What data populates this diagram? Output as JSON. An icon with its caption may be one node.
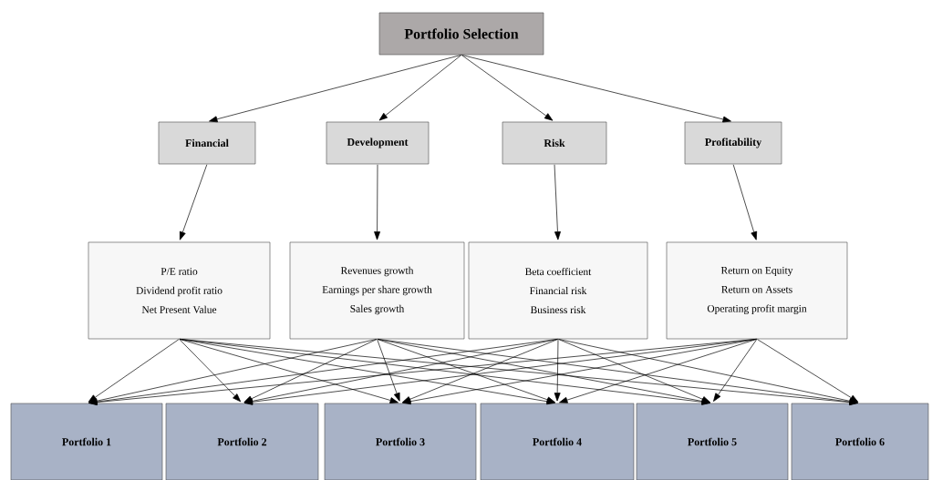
{
  "diagram": {
    "nodes": [
      {
        "text": [
          "Portfolio Selection"
        ]
      },
      {
        "text": [
          "Financial"
        ]
      },
      {
        "text": [
          "Development"
        ]
      },
      {
        "text": [
          "Risk"
        ]
      },
      {
        "text": [
          "Profitability"
        ]
      },
      {
        "text": [
          "P/E ratio",
          "Dividend profit ratio",
          "Net Present Value"
        ]
      },
      {
        "text": [
          "Revenues growth",
          "Earnings per share growth",
          "Sales growth"
        ]
      },
      {
        "text": [
          "Beta coefficient",
          "Financial risk",
          "Business risk"
        ]
      },
      {
        "text": [
          "Return on Equity",
          "Return on Assets",
          "Operating profit margin"
        ]
      },
      {
        "text": [
          "Portfolio 1"
        ]
      },
      {
        "text": [
          "Portfolio 2"
        ]
      },
      {
        "text": [
          "Portfolio 3"
        ]
      },
      {
        "text": [
          "Portfolio 4"
        ]
      },
      {
        "text": [
          "Portfolio 5"
        ]
      },
      {
        "text": [
          "Portfolio 6"
        ]
      }
    ],
    "edges": [
      {
        "from": 0,
        "to": 1,
        "arrow": "to"
      },
      {
        "from": 0,
        "to": 2,
        "arrow": "to"
      },
      {
        "from": 0,
        "to": 3,
        "arrow": "to"
      },
      {
        "from": 0,
        "to": 4,
        "arrow": "to"
      },
      {
        "from": 1,
        "to": 5,
        "arrow": "to"
      },
      {
        "from": 2,
        "to": 6,
        "arrow": "to"
      },
      {
        "from": 3,
        "to": 7,
        "arrow": "to"
      },
      {
        "from": 4,
        "to": 8,
        "arrow": "to"
      },
      {
        "from": 5,
        "to": 9,
        "arrow": "to"
      },
      {
        "from": 5,
        "to": 10,
        "arrow": "to"
      },
      {
        "from": 5,
        "to": 11,
        "arrow": "to"
      },
      {
        "from": 5,
        "to": 12,
        "arrow": "to"
      },
      {
        "from": 5,
        "to": 13,
        "arrow": "to"
      },
      {
        "from": 5,
        "to": 14,
        "arrow": "to"
      },
      {
        "from": 6,
        "to": 9,
        "arrow": "to"
      },
      {
        "from": 6,
        "to": 10,
        "arrow": "to"
      },
      {
        "from": 6,
        "to": 11,
        "arrow": "to"
      },
      {
        "from": 6,
        "to": 12,
        "arrow": "to"
      },
      {
        "from": 6,
        "to": 13,
        "arrow": "to"
      },
      {
        "from": 6,
        "to": 14,
        "arrow": "to"
      },
      {
        "from": 7,
        "to": 9,
        "arrow": "to"
      },
      {
        "from": 7,
        "to": 10,
        "arrow": "to"
      },
      {
        "from": 7,
        "to": 11,
        "arrow": "to"
      },
      {
        "from": 7,
        "to": 12,
        "arrow": "to"
      },
      {
        "from": 7,
        "to": 13,
        "arrow": "to"
      },
      {
        "from": 7,
        "to": 14,
        "arrow": "to"
      },
      {
        "from": 8,
        "to": 9,
        "arrow": "to"
      },
      {
        "from": 8,
        "to": 10,
        "arrow": "to"
      },
      {
        "from": 8,
        "to": 11,
        "arrow": "to"
      },
      {
        "from": 8,
        "to": 12,
        "arrow": "to"
      },
      {
        "from": 8,
        "to": 13,
        "arrow": "to"
      },
      {
        "from": 8,
        "to": 14,
        "arrow": "to"
      }
    ]
  }
}
